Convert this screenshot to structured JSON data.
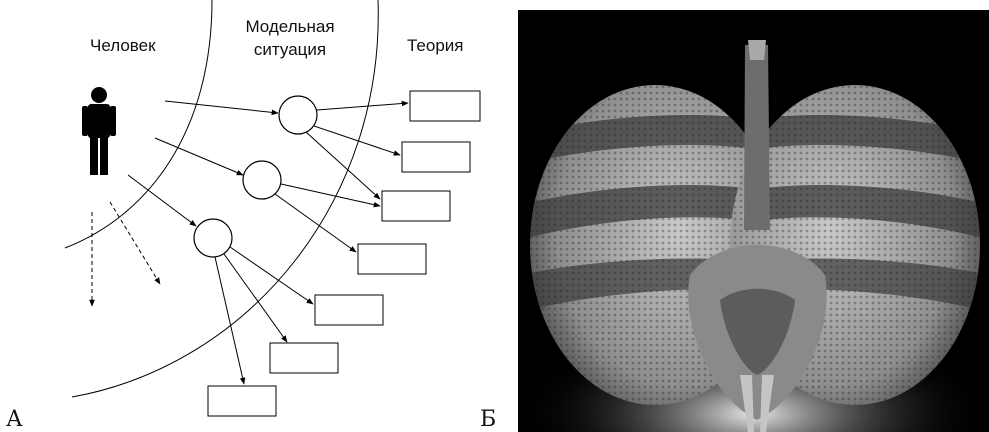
{
  "panel_a": {
    "letter": "А",
    "column_labels": {
      "person": "Человек",
      "model_line1": "Модельная",
      "model_line2": "ситуация",
      "theory": "Теория"
    }
  },
  "panel_b": {
    "letter": "Б"
  }
}
